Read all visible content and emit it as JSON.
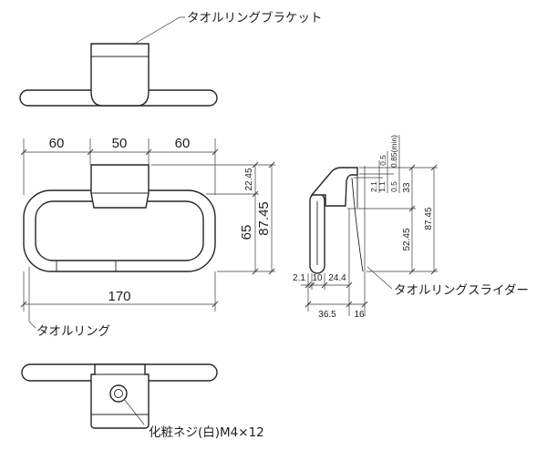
{
  "labels": {
    "bracket": "タオルリングブラケット",
    "ring": "タオルリング",
    "screw": "化粧ネジ(白)M4×12",
    "slider": "タオルリングスライダー"
  },
  "front_view": {
    "dim_left": "60",
    "dim_center": "50",
    "dim_right": "60",
    "dim_bracket_height": "22.45",
    "dim_ring_height": "65",
    "dim_total_height": "87.45",
    "dim_width": "170"
  },
  "side_view": {
    "dim_top_small": "0.5",
    "dim_top_min": "0.85(min)",
    "dim_v_a": "2.1",
    "dim_v_b": "1.1",
    "dim_v_c": "0.5",
    "dim_v_d": "33",
    "dim_v_e": "52.45",
    "dim_v_total": "87.45",
    "dim_h_a": "2.1",
    "dim_h_b": "10",
    "dim_h_c": "24.4",
    "dim_depth": "36.5",
    "dim_slider": "16"
  }
}
